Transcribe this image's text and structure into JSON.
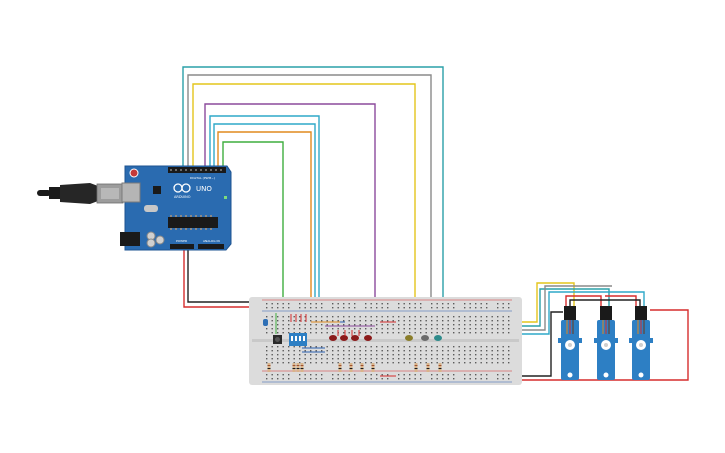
{
  "board": {
    "model_label": "UNO",
    "brand_label": "ARDUINO",
    "digital_header_label": "DIGITAL (PWM~)",
    "power_header_label": "POWER",
    "analog_header_label": "ANALOG IN",
    "color": "#2a6bb0"
  },
  "usb_cable": {
    "color": "#1b1b1b"
  },
  "breadboard": {
    "color": "#dcdcdc",
    "rail_red": "#d62d2d",
    "rail_black": "#222222"
  },
  "servos": [
    {
      "id": "servo-1",
      "color": "#2d7fc4"
    },
    {
      "id": "servo-2",
      "color": "#2d7fc4"
    },
    {
      "id": "servo-3",
      "color": "#2d7fc4"
    }
  ],
  "leds": [
    {
      "color": "#8b1a1a"
    },
    {
      "color": "#8b1a1a"
    },
    {
      "color": "#8b1a1a"
    },
    {
      "color": "#8b1a1a"
    },
    {
      "color": "#8a7d2a"
    },
    {
      "color": "#6b6b6b"
    },
    {
      "color": "#2e8b8b"
    }
  ],
  "wire_colors": {
    "teal": "#2aa0a8",
    "gray": "#8a8a8a",
    "yellow": "#e3c51c",
    "purple": "#8b4a9c",
    "cyan": "#2fa8c8",
    "orange": "#e08a1e",
    "green": "#3fae3f",
    "red": "#d62d2d",
    "black": "#222222"
  }
}
